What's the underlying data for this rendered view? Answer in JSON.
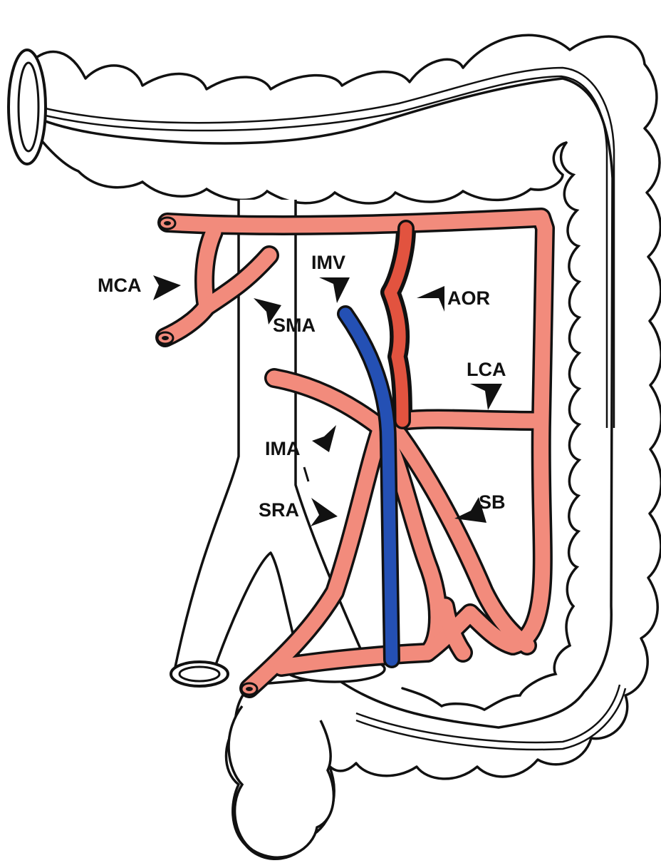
{
  "colors": {
    "artery": "#f28b7c",
    "artery_dark": "#e2533f",
    "vein": "#2450b4",
    "outline": "#111111",
    "bowel": "#ffffff"
  },
  "labels": {
    "mca": "MCA",
    "sma": "SMA",
    "imv": "IMV",
    "aor": "AOR",
    "lca": "LCA",
    "ima": "IMA",
    "sra": "SRA",
    "sb": "SB"
  },
  "icons": [
    "arrowhead-icon"
  ]
}
